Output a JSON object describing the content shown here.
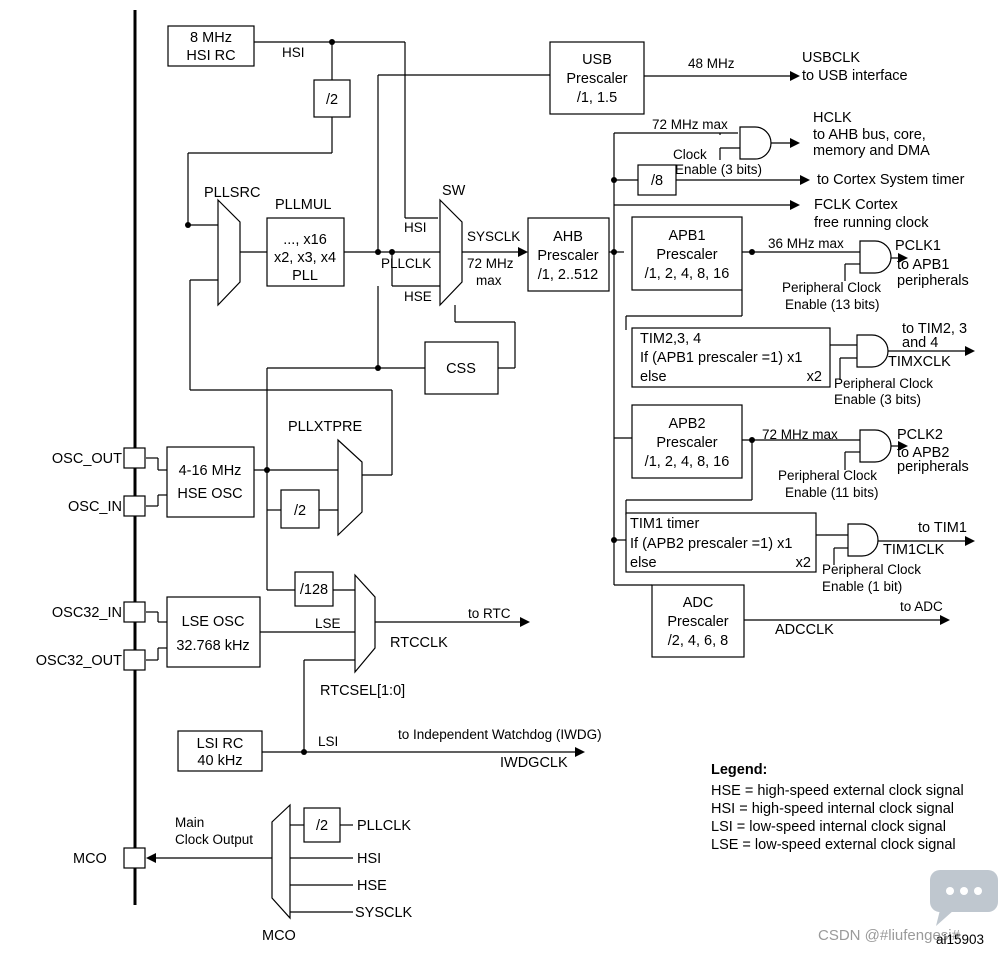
{
  "colors": {
    "line": "#000000",
    "background": "#ffffff",
    "watermark": "#9a9a9a",
    "watermark_icon": "#bfc7cf"
  },
  "blocks": {
    "hsi_rc": [
      "8 MHz",
      "HSI RC"
    ],
    "div2_hsi": "/2",
    "usb_prescaler": [
      "USB",
      "Prescaler",
      "/1, 1.5"
    ],
    "pll": [
      "..., x16",
      "x2, x3, x4",
      "PLL"
    ],
    "ahb_prescaler": [
      "AHB",
      "Prescaler",
      "/1, 2..512"
    ],
    "apb1_prescaler": [
      "APB1",
      "Prescaler",
      "/1, 2, 4, 8, 16"
    ],
    "apb2_prescaler": [
      "APB2",
      "Prescaler",
      "/1, 2, 4, 8, 16"
    ],
    "div8": "/8",
    "tim234": {
      "title": "TIM2,3, 4",
      "cond": "If (APB1 prescaler =1) x1",
      "else": "else",
      "x2": "x2"
    },
    "tim1": {
      "title": "TIM1 timer",
      "cond": "If (APB2 prescaler =1) x1",
      "else": "else",
      "x2": "x2"
    },
    "adc_prescaler": [
      "ADC",
      "Prescaler",
      "/2, 4, 6, 8"
    ],
    "css": "CSS",
    "hse_osc": [
      "4-16 MHz",
      "HSE OSC"
    ],
    "div2_hse": "/2",
    "div128": "/128",
    "lse_osc": [
      "LSE OSC",
      "32.768 kHz"
    ],
    "lsi_rc": [
      "LSI RC",
      "40 kHz"
    ],
    "div2_mco": "/2"
  },
  "labels": {
    "hsi": "HSI",
    "mhz48": "48 MHz",
    "usbclk": "USBCLK",
    "to_usb": "to USB interface",
    "mhz72_max": "72 MHz max",
    "hclk": "HCLK",
    "to_ahb_1": "to AHB bus, core,",
    "to_ahb_2": "memory and DMA",
    "clock": "Clock",
    "enable3": "Enable (3 bits)",
    "to_cortex_timer": "to Cortex System timer",
    "fclk_1": "FCLK Cortex",
    "fclk_2": "free running clock",
    "pllsrc": "PLLSRC",
    "pllmul": "PLLMUL",
    "sw": "SW",
    "sw_hsi": "HSI",
    "pllclk": "PLLCLK",
    "hse": "HSE",
    "sysclk": "SYSCLK",
    "mhz72": "72 MHz",
    "max": "max",
    "mhz36_max": "36 MHz max",
    "pclk1": "PCLK1",
    "to_apb1_1": "to APB1",
    "to_apb1_2": "peripherals",
    "periph_clock": "Peripheral Clock",
    "enable13": "Enable (13 bits)",
    "to_tim234_1": "to TIM2, 3",
    "to_tim234_2": "and 4",
    "timxclk": "TIMXCLK",
    "enable3b": "Enable (3 bits)",
    "mhz72_max_b": "72 MHz max",
    "pclk2": "PCLK2",
    "to_apb2_1": "to APB2",
    "to_apb2_2": "peripherals",
    "enable11": "Enable (11 bits)",
    "to_tim1": "to TIM1",
    "tim1clk": "TIM1CLK",
    "enable1": "Enable (1 bit)",
    "to_adc": "to ADC",
    "adcclk": "ADCCLK",
    "pllxtpre": "PLLXTPRE",
    "osc_out": "OSC_OUT",
    "osc_in": "OSC_IN",
    "osc32_in": "OSC32_IN",
    "osc32_out": "OSC32_OUT",
    "lse": "LSE",
    "to_rtc": "to RTC",
    "rtcclk": "RTCCLK",
    "rtcsel": "RTCSEL[1:0]",
    "lsi": "LSI",
    "to_iwdg": "to Independent Watchdog (IWDG)",
    "iwdgclk": "IWDGCLK",
    "main": "Main",
    "clock_output": "Clock Output",
    "mco": "MCO",
    "mco_pllclk": "PLLCLK",
    "mco_hsi": "HSI",
    "mco_hse": "HSE",
    "mco_sysclk": "SYSCLK",
    "mco_sel": "MCO"
  },
  "legend": {
    "title": "Legend:",
    "items": [
      "HSE = high-speed external clock signal",
      "HSI = high-speed internal clock signal",
      "LSI = low-speed internal clock signal",
      "LSE = low-speed external clock signal"
    ]
  },
  "watermark": {
    "csdn": "CSDN @#liufengesi#",
    "code": "ai15903",
    "icon": "chat-bubble-icon"
  }
}
